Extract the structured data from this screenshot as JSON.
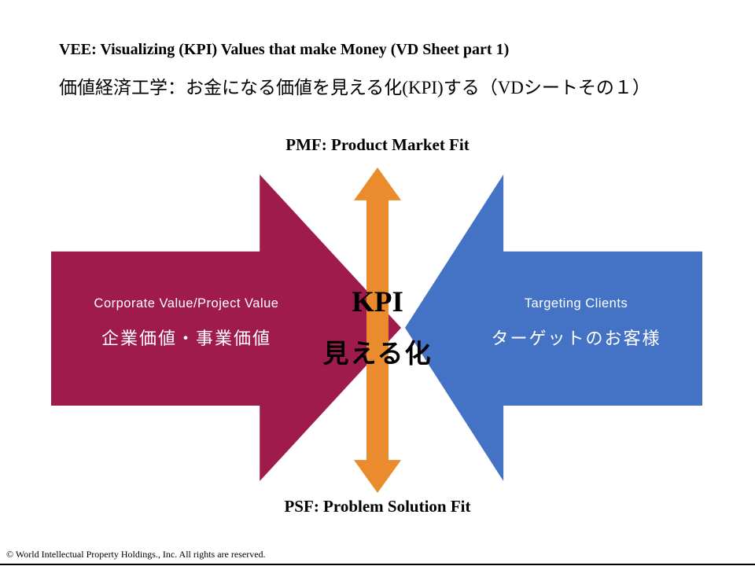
{
  "header": {
    "title_en": "VEE: Visualizing (KPI) Values that make Money (VD Sheet part 1)",
    "title_jp": "価値経済工学：お金になる価値を見える化(KPI)する（VDシートその１）"
  },
  "diagram": {
    "top_label": "PMF: Product Market Fit",
    "bottom_label": "PSF: Problem Solution Fit",
    "center": {
      "kpi": "KPI",
      "mieruka": "見える化"
    },
    "left_arrow": {
      "label_en": "Corporate Value/Project Value",
      "label_jp": "企業価値・事業価値",
      "color": "#9F1B4C"
    },
    "right_arrow": {
      "label_en": "Targeting Clients",
      "label_jp": "ターゲットのお客様",
      "color": "#4472C4"
    },
    "vertical_arrow": {
      "color": "#EA8C2E"
    }
  },
  "footer": {
    "copyright": "© World Intellectual Property Holdings., Inc.  All rights are reserved."
  }
}
